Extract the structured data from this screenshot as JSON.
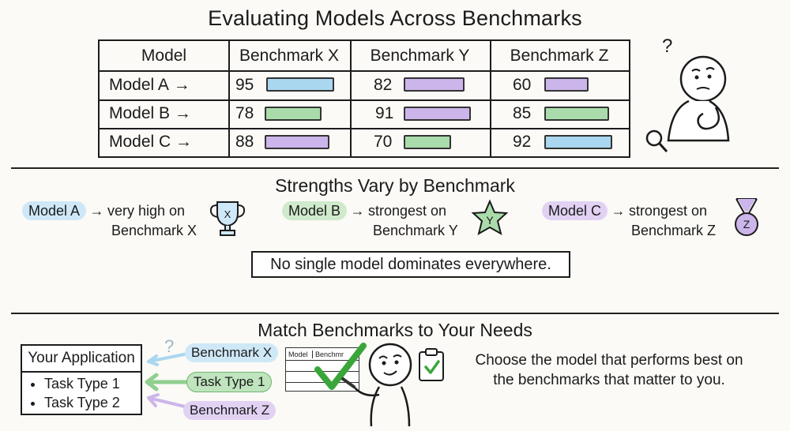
{
  "title": "Evaluating Models Across Benchmarks",
  "table": {
    "headers": [
      "Model",
      "Benchmark X",
      "Benchmark Y",
      "Benchmark Z"
    ],
    "arrow": "→",
    "rows": [
      {
        "model": "Model A",
        "scores": [
          95,
          82,
          60
        ],
        "colors": [
          "blue",
          "purple",
          "purple"
        ]
      },
      {
        "model": "Model B",
        "scores": [
          78,
          91,
          85
        ],
        "colors": [
          "green",
          "purple",
          "green"
        ]
      },
      {
        "model": "Model C",
        "scores": [
          88,
          70,
          92
        ],
        "colors": [
          "purple",
          "green",
          "blue"
        ]
      }
    ]
  },
  "thinker": {
    "question_mark": "?"
  },
  "strengths": {
    "title": "Strengths Vary by Benchmark",
    "items": [
      {
        "model": "Model A",
        "arrow": "→",
        "line1": "very high on",
        "line2": "Benchmark X",
        "icon_letter": "X",
        "icon": "trophy-icon",
        "color": "#cfe8f7"
      },
      {
        "model": "Model B",
        "arrow": "→",
        "line1": "strongest on",
        "line2": "Benchmark Y",
        "icon_letter": "Y",
        "icon": "star-icon",
        "color": "#cfeacc"
      },
      {
        "model": "Model C",
        "arrow": "→",
        "line1": "strongest on",
        "line2": "Benchmark Z",
        "icon_letter": "Z",
        "icon": "medal-icon",
        "color": "#e1d2f4"
      }
    ],
    "callout": "No single model dominates everywhere."
  },
  "match": {
    "title": "Match Benchmarks to Your Needs",
    "app_title": "Your Application",
    "tasks": [
      "Task Type 1",
      "Task Type 2"
    ],
    "tags": [
      "Benchmark X",
      "Task Type 1",
      "Benchmark Z"
    ],
    "question_mark": "?",
    "mini_table": [
      "Model",
      "Benchmr"
    ],
    "closing": [
      "Choose the model that performs best on",
      "the benchmarks that matter to you."
    ]
  },
  "colors": {
    "blue": "#a9d7ef",
    "green": "#a9dcaa",
    "purple": "#ccb5ea"
  }
}
